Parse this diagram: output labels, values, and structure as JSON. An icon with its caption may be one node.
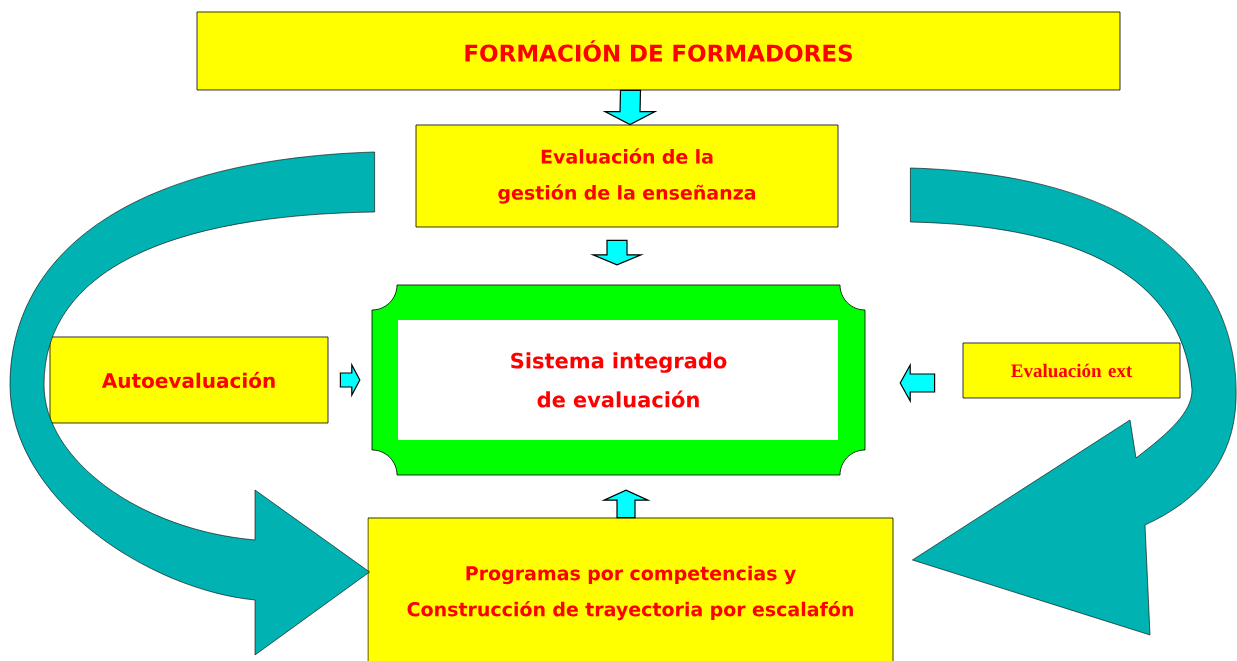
{
  "diagram": {
    "nodes": [
      {
        "text": [
          "FORMACIÓN DE FORMADORES"
        ]
      },
      {
        "text": [
          "Evaluación de la gestión de la enseñanza"
        ]
      },
      {
        "text": [
          "Sistema integrado de evaluación"
        ]
      },
      {
        "text": [
          "Autoevaluación"
        ]
      },
      {
        "text": [
          "Evaluación ext"
        ]
      },
      {
        "text": [
          "Programas por competencias y Construcción de trayectoria por escalafón"
        ]
      }
    ],
    "edges": [
      {
        "from": 0,
        "to": 1,
        "arrow": "to"
      },
      {
        "from": 1,
        "to": 2,
        "arrow": "to"
      },
      {
        "from": 3,
        "to": 2,
        "arrow": "to"
      },
      {
        "from": 4,
        "to": 2,
        "arrow": "to"
      },
      {
        "from": 5,
        "to": 2,
        "arrow": "to"
      },
      {
        "from": 1,
        "to": 5,
        "arrow": "to",
        "style": "thick",
        "color": "#00b2b2"
      },
      {
        "from": 1,
        "to": 5,
        "arrow": "to",
        "style": "thick",
        "color": "#00b2b2"
      }
    ]
  }
}
